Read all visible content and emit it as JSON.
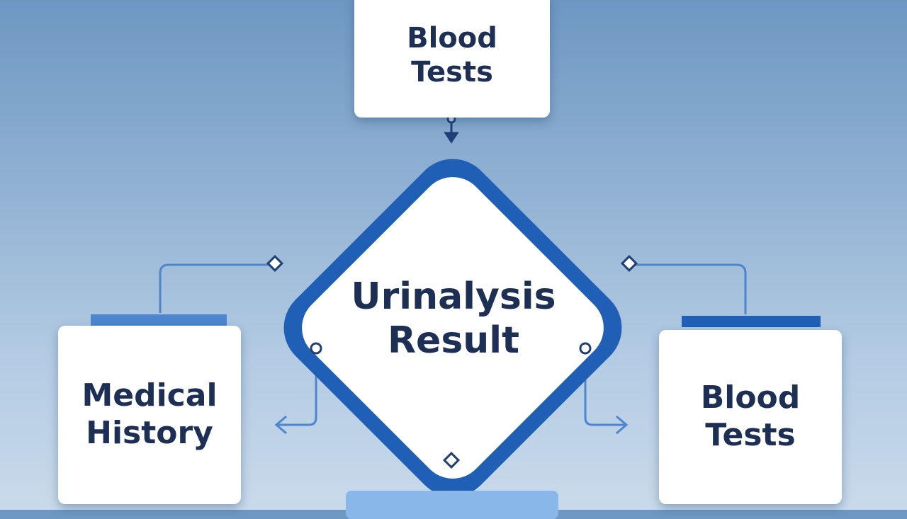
{
  "nodes": {
    "top": {
      "line1": "Blood",
      "line2": "Tests"
    },
    "center": {
      "line1": "Urinalysis",
      "line2": "Result"
    },
    "left": {
      "line1": "Medical",
      "line2": "History"
    },
    "right": {
      "line1": "Blood",
      "line2": "Tests"
    }
  },
  "colors": {
    "diamond_border": "#1f5fb5",
    "connector": "#4d86cf",
    "text": "#1d2f55",
    "card": "#ffffff"
  }
}
